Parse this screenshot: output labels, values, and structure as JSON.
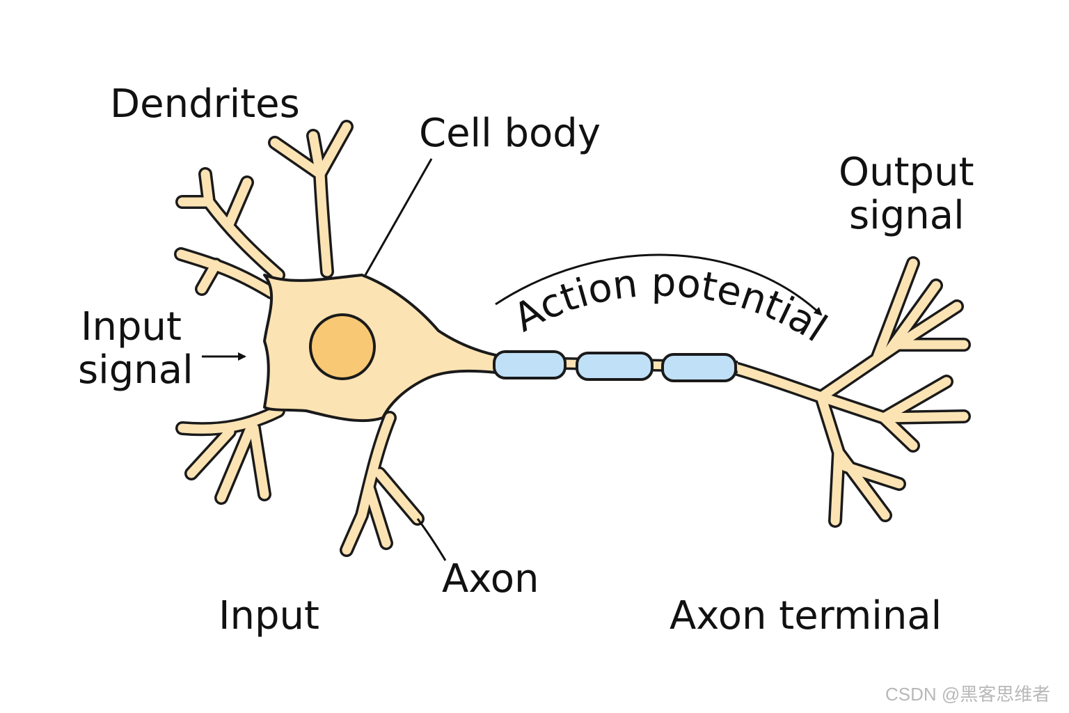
{
  "labels": {
    "dendrites": "Dendrites",
    "cell_body": "Cell body",
    "output_line1": "Output",
    "output_line2": "signal",
    "input_signal_line1": "Input",
    "input_signal_line2": "signal",
    "action_potential": "Action potential",
    "axon": "Axon",
    "input": "Input",
    "axon_terminal": "Axon terminal"
  },
  "watermark": "CSDN @黑客思维者",
  "colors": {
    "cytoplasm": "#fbe3b4",
    "nucleus": "#f8c874",
    "myelin": "#bfe0f7",
    "outline": "#1a1a1a"
  }
}
